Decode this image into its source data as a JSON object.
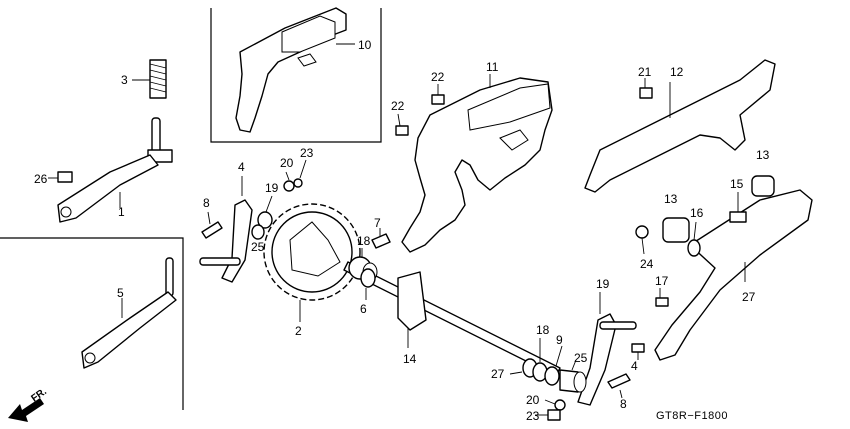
{
  "diagram": {
    "code": "GT8R−F1800",
    "direction_label": "FR.",
    "callouts": [
      "10",
      "11",
      "12",
      "22",
      "22",
      "21",
      "3",
      "26",
      "1",
      "4",
      "20",
      "23",
      "19",
      "8",
      "25",
      "13",
      "15",
      "13",
      "16",
      "24",
      "17",
      "7",
      "18",
      "6",
      "2",
      "5",
      "14",
      "27",
      "4",
      "19",
      "18",
      "9",
      "25",
      "27",
      "8",
      "20",
      "23"
    ]
  }
}
